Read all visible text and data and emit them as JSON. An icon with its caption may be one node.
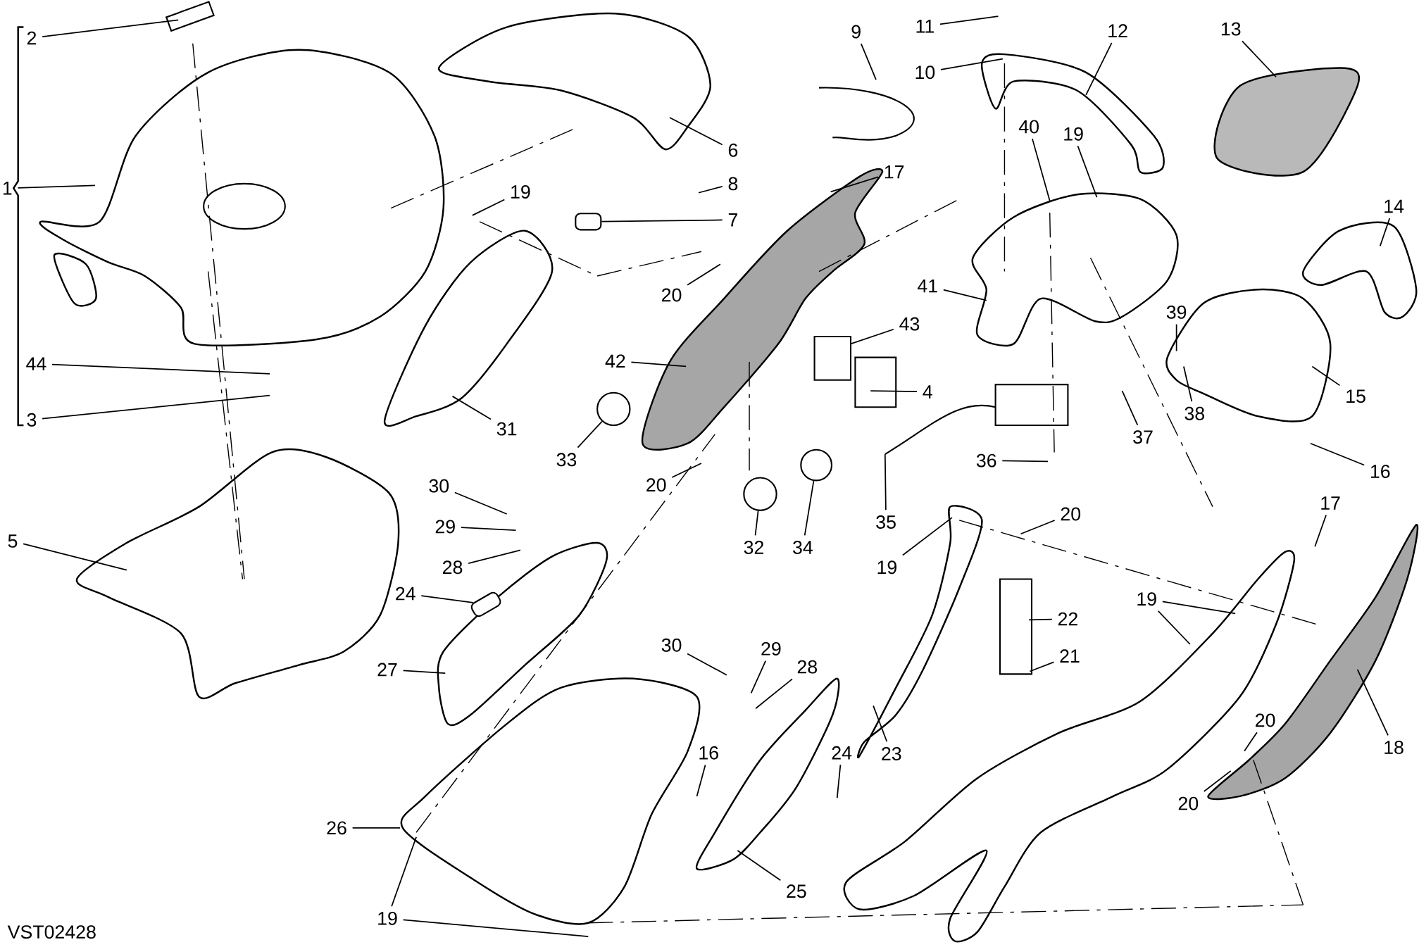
{
  "diagram": {
    "nodes": [
      {
        "text": [
          "1"
        ]
      },
      {
        "text": [
          "2"
        ]
      },
      {
        "text": [
          "11"
        ]
      },
      {
        "text": [
          "9"
        ]
      },
      {
        "text": [
          "12"
        ]
      },
      {
        "text": [
          "13"
        ]
      },
      {
        "text": [
          "10"
        ]
      },
      {
        "text": [
          "40"
        ]
      },
      {
        "text": [
          "19"
        ]
      },
      {
        "text": [
          "6"
        ]
      },
      {
        "text": [
          "17"
        ]
      },
      {
        "text": [
          "8"
        ]
      },
      {
        "text": [
          "19"
        ]
      },
      {
        "text": [
          "14"
        ]
      },
      {
        "text": [
          "7"
        ]
      },
      {
        "text": [
          "41"
        ]
      },
      {
        "text": [
          "20"
        ]
      },
      {
        "text": [
          "39"
        ]
      },
      {
        "text": [
          "43"
        ]
      },
      {
        "text": [
          "42"
        ]
      },
      {
        "text": [
          "44"
        ]
      },
      {
        "text": [
          "4"
        ]
      },
      {
        "text": [
          "15"
        ]
      },
      {
        "text": [
          "38"
        ]
      },
      {
        "text": [
          "3"
        ]
      },
      {
        "text": [
          "31"
        ]
      },
      {
        "text": [
          "37"
        ]
      },
      {
        "text": [
          "33"
        ]
      },
      {
        "text": [
          "36"
        ]
      },
      {
        "text": [
          "16"
        ]
      },
      {
        "text": [
          "20"
        ]
      },
      {
        "text": [
          "30"
        ]
      },
      {
        "text": [
          "17"
        ]
      },
      {
        "text": [
          "20"
        ]
      },
      {
        "text": [
          "35"
        ]
      },
      {
        "text": [
          "29"
        ]
      },
      {
        "text": [
          "5"
        ]
      },
      {
        "text": [
          "32"
        ]
      },
      {
        "text": [
          "34"
        ]
      },
      {
        "text": [
          "28"
        ]
      },
      {
        "text": [
          "19"
        ]
      },
      {
        "text": [
          "24"
        ]
      },
      {
        "text": [
          "19"
        ]
      },
      {
        "text": [
          "22"
        ]
      },
      {
        "text": [
          "30"
        ]
      },
      {
        "text": [
          "29"
        ]
      },
      {
        "text": [
          "21"
        ]
      },
      {
        "text": [
          "28"
        ]
      },
      {
        "text": [
          "27"
        ]
      },
      {
        "text": [
          "26"
        ]
      },
      {
        "text": [
          "18"
        ]
      },
      {
        "text": [
          "16"
        ]
      },
      {
        "text": [
          "24"
        ]
      },
      {
        "text": [
          "23"
        ]
      },
      {
        "text": [
          "20"
        ]
      },
      {
        "text": [
          "20"
        ]
      },
      {
        "text": [
          "25"
        ]
      },
      {
        "text": [
          "19"
        ]
      },
      {
        "text": [],
        "shape": "box"
      },
      {
        "text": [],
        "shape": "circle"
      },
      {
        "text": [],
        "shape": "circle"
      },
      {
        "text": [],
        "shape": "circle"
      },
      {
        "text": [],
        "shape": "box"
      }
    ],
    "edges": [
      {
        "from": 0,
        "to": null,
        "arrow": "none"
      },
      {
        "from": 1,
        "to": null,
        "arrow": "none"
      },
      {
        "from": 2,
        "to": null,
        "arrow": "none"
      },
      {
        "from": 3,
        "to": null,
        "arrow": "none"
      },
      {
        "from": 4,
        "to": null,
        "arrow": "none"
      },
      {
        "from": 5,
        "to": null,
        "arrow": "none"
      },
      {
        "from": 6,
        "to": null,
        "arrow": "none"
      },
      {
        "from": 7,
        "to": null,
        "arrow": "none"
      },
      {
        "from": 8,
        "to": null,
        "arrow": "none"
      },
      {
        "from": 9,
        "to": null,
        "arrow": "none"
      },
      {
        "from": 10,
        "to": null,
        "arrow": "none"
      },
      {
        "from": 11,
        "to": null,
        "arrow": "none"
      },
      {
        "from": 12,
        "to": null,
        "arrow": "none"
      },
      {
        "from": 13,
        "to": null,
        "arrow": "none"
      },
      {
        "from": 14,
        "to": 58,
        "arrow": "none"
      },
      {
        "from": 15,
        "to": null,
        "arrow": "none"
      },
      {
        "from": 16,
        "to": null,
        "arrow": "none"
      },
      {
        "from": 17,
        "to": null,
        "arrow": "none"
      },
      {
        "from": 18,
        "to": null,
        "arrow": "none"
      },
      {
        "from": 19,
        "to": null,
        "arrow": "none"
      },
      {
        "from": 20,
        "to": null,
        "arrow": "none"
      },
      {
        "from": 21,
        "to": null,
        "arrow": "none"
      },
      {
        "from": 22,
        "to": null,
        "arrow": "none"
      },
      {
        "from": 23,
        "to": null,
        "arrow": "none"
      },
      {
        "from": 24,
        "to": null,
        "arrow": "none"
      },
      {
        "from": 25,
        "to": null,
        "arrow": "none"
      },
      {
        "from": 26,
        "to": null,
        "arrow": "none"
      },
      {
        "from": 27,
        "to": 59,
        "arrow": "none"
      },
      {
        "from": 28,
        "to": null,
        "arrow": "none"
      },
      {
        "from": 29,
        "to": null,
        "arrow": "none"
      },
      {
        "from": 30,
        "to": null,
        "arrow": "none"
      },
      {
        "from": 31,
        "to": null,
        "arrow": "none"
      },
      {
        "from": 32,
        "to": null,
        "arrow": "none"
      },
      {
        "from": 33,
        "to": null,
        "arrow": "none"
      },
      {
        "from": 34,
        "to": null,
        "arrow": "none"
      },
      {
        "from": 35,
        "to": null,
        "arrow": "none"
      },
      {
        "from": 36,
        "to": null,
        "arrow": "none"
      },
      {
        "from": 37,
        "to": 60,
        "arrow": "none"
      },
      {
        "from": 38,
        "to": 61,
        "arrow": "none"
      },
      {
        "from": 39,
        "to": null,
        "arrow": "none"
      },
      {
        "from": 40,
        "to": null,
        "arrow": "none"
      },
      {
        "from": 41,
        "to": 62,
        "arrow": "none"
      },
      {
        "from": 42,
        "to": null,
        "arrow": "none"
      },
      {
        "from": 42,
        "to": null,
        "arrow": "none"
      },
      {
        "from": 43,
        "to": null,
        "arrow": "none"
      },
      {
        "from": 44,
        "to": null,
        "arrow": "none"
      },
      {
        "from": 45,
        "to": null,
        "arrow": "none"
      },
      {
        "from": 46,
        "to": null,
        "arrow": "none"
      },
      {
        "from": 47,
        "to": null,
        "arrow": "none"
      },
      {
        "from": 48,
        "to": null,
        "arrow": "none"
      },
      {
        "from": 49,
        "to": null,
        "arrow": "none"
      },
      {
        "from": 50,
        "to": null,
        "arrow": "none"
      },
      {
        "from": 51,
        "to": null,
        "arrow": "none"
      },
      {
        "from": 52,
        "to": null,
        "arrow": "none"
      },
      {
        "from": 53,
        "to": null,
        "arrow": "none"
      },
      {
        "from": 54,
        "to": null,
        "arrow": "none"
      },
      {
        "from": 55,
        "to": null,
        "arrow": "none"
      },
      {
        "from": 56,
        "to": null,
        "arrow": "none"
      },
      {
        "from": 57,
        "to": null,
        "arrow": "none"
      },
      {
        "from": 57,
        "to": null,
        "arrow": "none"
      }
    ],
    "labels": [
      "VST02428"
    ]
  }
}
